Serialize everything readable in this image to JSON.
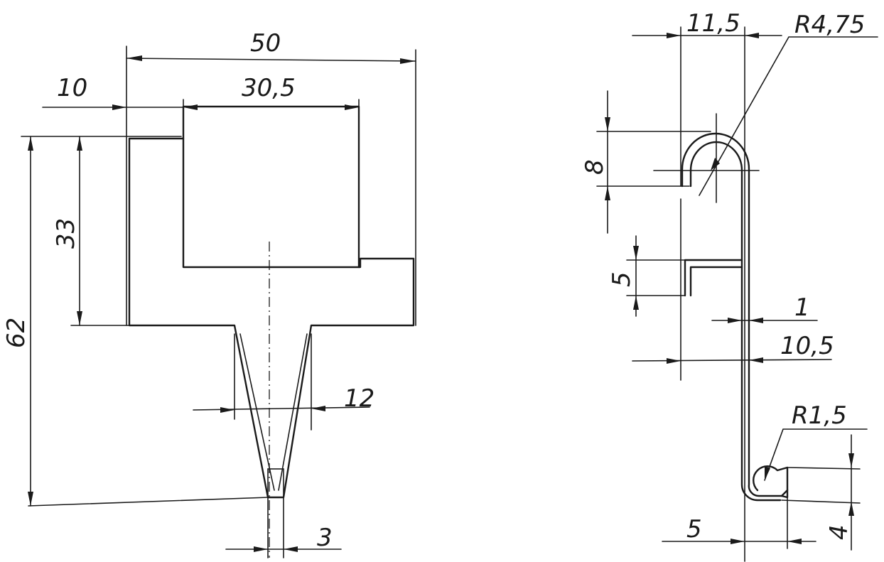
{
  "front_view": {
    "dim_overall_width": "50",
    "dim_offset": "10",
    "dim_window_width": "30,5",
    "dim_window_height": "33",
    "dim_overall_height": "62",
    "dim_neck_width": "12",
    "dim_tip_width": "3"
  },
  "side_view": {
    "dim_hook_width": "11,5",
    "dim_hook_radius": "R4,75",
    "dim_hook_height": "8",
    "dim_step_height": "5",
    "dim_thickness": "1",
    "dim_stem_offset": "10,5",
    "dim_tip_radius": "R1,5",
    "dim_tip_length": "5",
    "dim_tip_height": "4"
  }
}
